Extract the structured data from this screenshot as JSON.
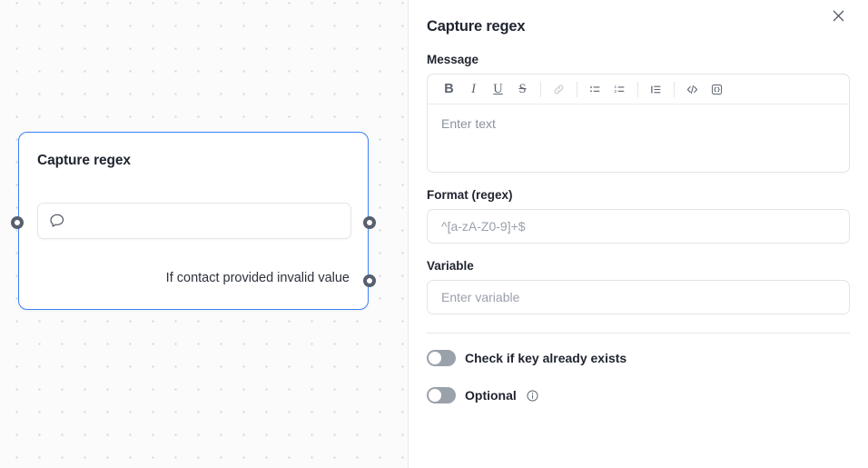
{
  "canvas": {
    "node": {
      "title": "Capture regex",
      "input_icon": "chat-bubble-icon",
      "input_value": "",
      "branch_label": "If contact provided invalid value",
      "border_color": "#3b82f6",
      "port_color": "#585f6d"
    }
  },
  "panel": {
    "title": "Capture regex",
    "close_icon": "close-icon",
    "message": {
      "label": "Message",
      "placeholder": "Enter text",
      "value": "",
      "toolbar": [
        {
          "name": "bold-icon",
          "glyph": "B",
          "disabled": false
        },
        {
          "name": "italic-icon",
          "glyph": "I",
          "disabled": false
        },
        {
          "name": "underline-icon",
          "glyph": "U",
          "disabled": false
        },
        {
          "name": "strikethrough-icon",
          "glyph": "S",
          "disabled": false
        },
        {
          "name": "link-icon",
          "glyph": "",
          "disabled": true
        },
        {
          "name": "bullet-list-icon",
          "glyph": "",
          "disabled": false
        },
        {
          "name": "numbered-list-icon",
          "glyph": "",
          "disabled": false
        },
        {
          "name": "blockquote-icon",
          "glyph": "",
          "disabled": false
        },
        {
          "name": "code-icon",
          "glyph": "",
          "disabled": false
        },
        {
          "name": "variable-icon",
          "glyph": "",
          "disabled": false
        }
      ]
    },
    "format": {
      "label": "Format (regex)",
      "placeholder": "^[a-zA-Z0-9]+$",
      "value": ""
    },
    "variable": {
      "label": "Variable",
      "placeholder": "Enter variable",
      "value": ""
    },
    "toggles": [
      {
        "label": "Check if key already exists",
        "on": false,
        "info": false
      },
      {
        "label": "Optional",
        "on": false,
        "info": true
      }
    ]
  }
}
